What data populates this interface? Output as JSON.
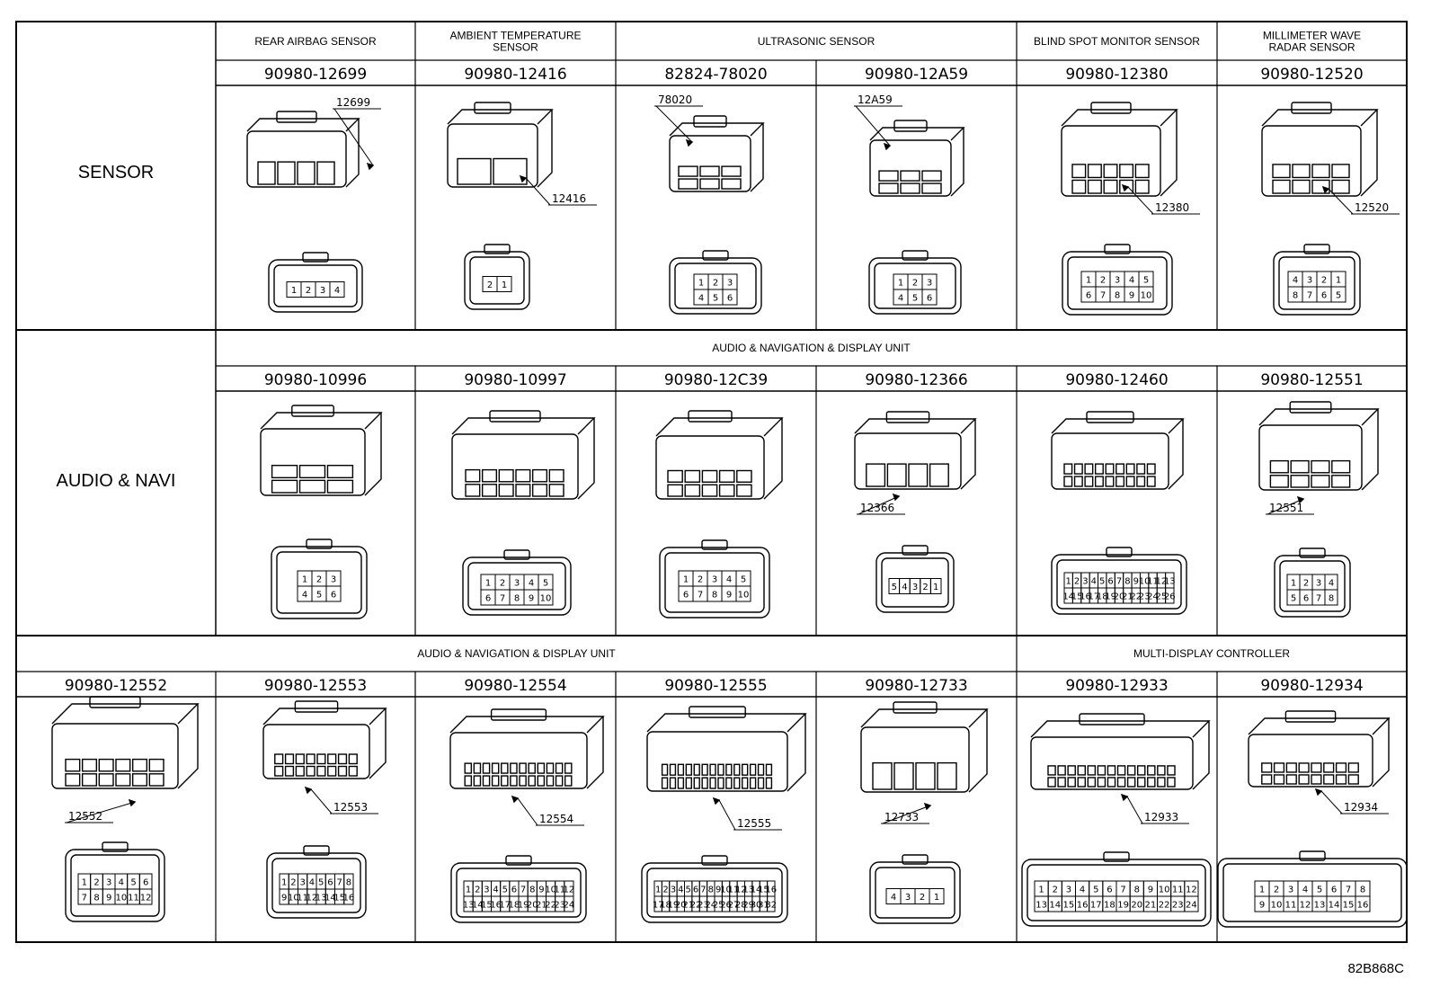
{
  "categories": [
    "SENSOR",
    "AUDIO & NAVI"
  ],
  "sensor_row": {
    "groups": [
      "REAR AIRBAG SENSOR",
      "AMBIENT TEMPERATURE\nSENSOR",
      "ULTRASONIC SENSOR",
      "BLIND SPOT MONITOR SENSOR",
      "MILLIMETER WAVE\nRADAR SENSOR"
    ],
    "parts": [
      {
        "pn": "90980-12699",
        "callout": "12699",
        "pins": [
          "1",
          "2",
          "3",
          "4"
        ]
      },
      {
        "pn": "90980-12416",
        "callout": "12416",
        "pins": [
          "2",
          "1"
        ]
      },
      {
        "pn": "82824-78020",
        "callout": "78020",
        "pins": [
          "1",
          "2",
          "3",
          "4",
          "5",
          "6"
        ]
      },
      {
        "pn": "90980-12A59",
        "callout": "12A59",
        "pins": [
          "1",
          "2",
          "3",
          "4",
          "5",
          "6"
        ]
      },
      {
        "pn": "90980-12380",
        "callout": "12380",
        "pins": [
          "1",
          "2",
          "3",
          "4",
          "5",
          "6",
          "7",
          "8",
          "9",
          "10"
        ]
      },
      {
        "pn": "90980-12520",
        "callout": "12520",
        "pins": [
          "4",
          "3",
          "2",
          "1",
          "8",
          "7",
          "6",
          "5"
        ]
      }
    ]
  },
  "audio_row": {
    "group": "AUDIO & NAVIGATION & DISPLAY UNIT",
    "parts": [
      {
        "pn": "90980-10996",
        "callout": "",
        "pins": [
          "1",
          "2",
          "3",
          "4",
          "5",
          "6"
        ]
      },
      {
        "pn": "90980-10997",
        "callout": "",
        "pins": [
          "1",
          "2",
          "3",
          "4",
          "5",
          "6",
          "7",
          "8",
          "9",
          "10"
        ]
      },
      {
        "pn": "90980-12C39",
        "callout": "",
        "pins": [
          "1",
          "2",
          "3",
          "4",
          "5",
          "6",
          "7",
          "8",
          "9",
          "10"
        ]
      },
      {
        "pn": "90980-12366",
        "callout": "12366",
        "pins": [
          "5",
          "4",
          "3",
          "2",
          "1"
        ]
      },
      {
        "pn": "90980-12460",
        "callout": "",
        "pins": [
          "1",
          "2",
          "3",
          "4",
          "5",
          "6",
          "7",
          "8",
          "9",
          "10",
          "11",
          "12",
          "13",
          "14",
          "15",
          "16",
          "17",
          "18",
          "19",
          "20",
          "21",
          "22",
          "23",
          "24",
          "25",
          "26"
        ]
      },
      {
        "pn": "90980-12551",
        "callout": "12551",
        "pins": [
          "1",
          "2",
          "3",
          "4",
          "5",
          "6",
          "7",
          "8"
        ]
      }
    ]
  },
  "bottom_row": {
    "groups": [
      "AUDIO & NAVIGATION & DISPLAY UNIT",
      "MULTI-DISPLAY CONTROLLER"
    ],
    "parts": [
      {
        "pn": "90980-12552",
        "callout": "12552",
        "pins": [
          "1",
          "2",
          "3",
          "4",
          "5",
          "6",
          "7",
          "8",
          "9",
          "10",
          "11",
          "12"
        ]
      },
      {
        "pn": "90980-12553",
        "callout": "12553",
        "pins": [
          "1",
          "2",
          "3",
          "4",
          "5",
          "6",
          "7",
          "8",
          "9",
          "10",
          "11",
          "12",
          "13",
          "14",
          "15",
          "16"
        ]
      },
      {
        "pn": "90980-12554",
        "callout": "12554",
        "pins": [
          "1",
          "2",
          "3",
          "4",
          "5",
          "6",
          "7",
          "8",
          "9",
          "10",
          "11",
          "12",
          "13",
          "14",
          "15",
          "16",
          "17",
          "18",
          "19",
          "20",
          "21",
          "22",
          "23",
          "24"
        ]
      },
      {
        "pn": "90980-12555",
        "callout": "12555",
        "pins": [
          "1",
          "2",
          "3",
          "4",
          "5",
          "6",
          "7",
          "8",
          "9",
          "10",
          "11",
          "12",
          "13",
          "14",
          "15",
          "16",
          "17",
          "18",
          "19",
          "20",
          "21",
          "22",
          "23",
          "24",
          "25",
          "26",
          "27",
          "28",
          "29",
          "30",
          "31",
          "32"
        ]
      },
      {
        "pn": "90980-12733",
        "callout": "12733",
        "pins": [
          "4",
          "3",
          "2",
          "1"
        ]
      },
      {
        "pn": "90980-12933",
        "callout": "12933",
        "pins": [
          "1",
          "2",
          "3",
          "4",
          "5",
          "6",
          "7",
          "8",
          "9",
          "10",
          "11",
          "12",
          "13",
          "14",
          "15",
          "16",
          "17",
          "18",
          "19",
          "20",
          "21",
          "22",
          "23",
          "24"
        ]
      },
      {
        "pn": "90980-12934",
        "callout": "12934",
        "pins": [
          "1",
          "2",
          "3",
          "4",
          "5",
          "6",
          "7",
          "8",
          "9",
          "10",
          "11",
          "12",
          "13",
          "14",
          "15",
          "16"
        ]
      }
    ]
  },
  "reference_code": "82B868C"
}
